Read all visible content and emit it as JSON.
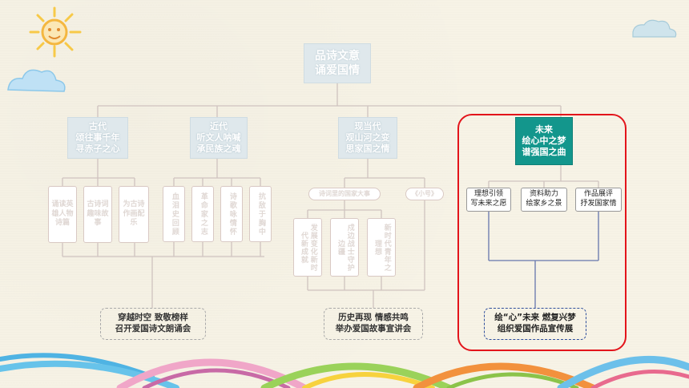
{
  "root": {
    "line1": "品诗文意",
    "line2": "诵爱国情"
  },
  "categories": [
    {
      "title": "古代",
      "line1": "颂往事千年",
      "line2": "寻赤子之心",
      "subitems": [
        "诵读英雄人物诗篇",
        "古诗词趣味故事",
        "为古诗作画配乐"
      ],
      "footer": {
        "line1": "穿越时空 致敬榜样",
        "line2": "召开爱国诗文朗诵会"
      }
    },
    {
      "title": "近代",
      "line1": "听文人呐喊",
      "line2": "承民族之魂",
      "subitems": [
        "血泪史回顾",
        "革命家之志",
        "诗歌咏情怀",
        "抗敌于胸中"
      ]
    },
    {
      "title": "现当代",
      "line1": "观山河之变",
      "line2": "思家国之情",
      "pills": [
        "诗词里的国家大事",
        "《小号》"
      ],
      "subitems": [
        "发展变化新时代新成就",
        "戍边战士守护边疆",
        "新时代青年之理想"
      ],
      "footer": {
        "line1": "历史再现 情感共鸣",
        "line2": "举办爱国故事宣讲会"
      }
    },
    {
      "title": "未来",
      "line1": "绘心中之梦",
      "line2": "谱强国之曲",
      "subitems": [
        {
          "line1": "理想引领",
          "line2": "写未来之愿"
        },
        {
          "line1": "资料助力",
          "line2": "绘家乡之景"
        },
        {
          "line1": "作品展评",
          "line2": "抒发国家情"
        }
      ],
      "footer": {
        "line1": "绘“心”未来 燃复兴梦",
        "line2": "组织爱国作品宣传展"
      }
    }
  ]
}
